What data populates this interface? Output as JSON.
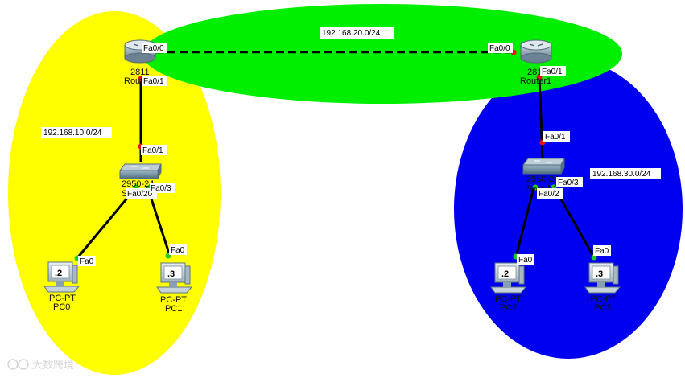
{
  "networks": {
    "left": "192.168.10.0/24",
    "middle": "192.168.20.0/24",
    "right": "192.168.30.0/24"
  },
  "colors": {
    "left_zone": "#ffff00",
    "middle_zone": "#00ee00",
    "right_zone": "#0000f0",
    "link": "#000000",
    "port_up": "#22cc22",
    "port_down": "#ee1111"
  },
  "devices": {
    "router0": {
      "model": "2811",
      "name": "Router0"
    },
    "router1": {
      "model": "2811",
      "name": "Router1"
    },
    "switch0": {
      "model": "2950-24",
      "name": "Switch0"
    },
    "switch1": {
      "model": "2950-24",
      "name": "Switch1"
    },
    "pc0": {
      "type": "PC-PT",
      "name": "PC0",
      "addr": ".2"
    },
    "pc1": {
      "type": "PC-PT",
      "name": "PC1",
      "addr": ".3"
    },
    "pc2": {
      "type": "PC-PT",
      "name": "PC2",
      "addr": ".2"
    },
    "pc3": {
      "type": "PC-PT",
      "name": "PC3",
      "addr": ".3"
    }
  },
  "ports": {
    "r0_fa00": "Fa0/0",
    "r0_fa01": "Fa0/1",
    "s0_fa01": "Fa0/1",
    "s0_fa020": "Fa0/20",
    "s0_fa03": "Fa0/3",
    "pc0_fa0": "Fa0",
    "pc1_fa0": "Fa0",
    "r1_fa00": "Fa0/0",
    "r1_fa01": "Fa0/1",
    "s1_fa01": "Fa0/1",
    "s1_fa02": "Fa0/2",
    "s1_fa03": "Fa0/3",
    "pc2_fa0": "Fa0",
    "pc3_fa0": "Fa0"
  },
  "watermark": "大数跨境"
}
